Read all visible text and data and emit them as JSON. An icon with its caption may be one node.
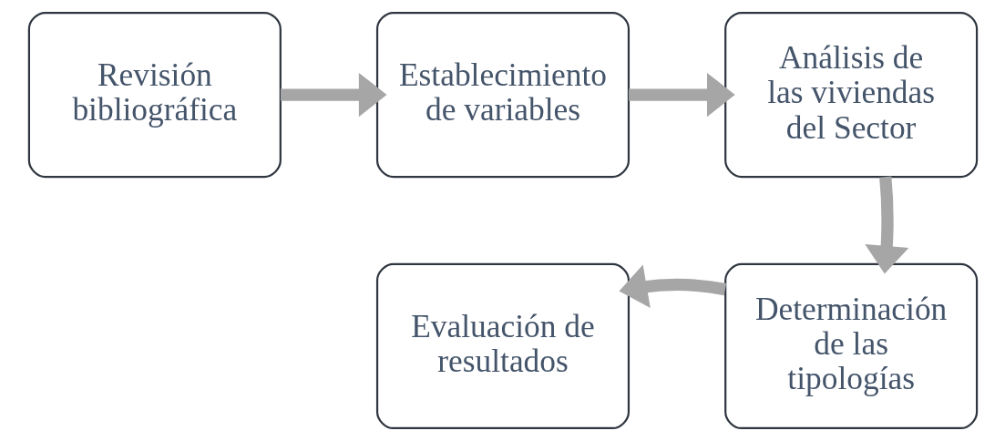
{
  "diagram": {
    "nodes": [
      {
        "text": [
          "Revisión bibliográfica"
        ]
      },
      {
        "text": [
          "Establecimiento de variables"
        ]
      },
      {
        "text": [
          "Análisis de las viviendas del Sector"
        ]
      },
      {
        "text": [
          "Determinación de las tipologías"
        ]
      },
      {
        "text": [
          "Evaluación de resultados"
        ]
      }
    ],
    "edges": [
      {
        "from": 0,
        "to": 1,
        "arrow": "to"
      },
      {
        "from": 1,
        "to": 2,
        "arrow": "to"
      },
      {
        "from": 2,
        "to": 3,
        "arrow": "to"
      },
      {
        "from": 3,
        "to": 4,
        "arrow": "to"
      }
    ]
  }
}
